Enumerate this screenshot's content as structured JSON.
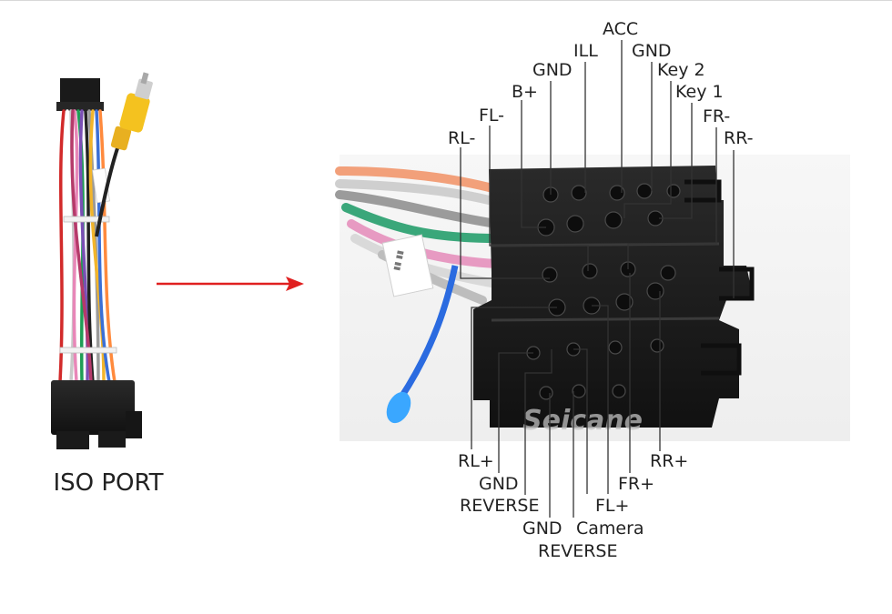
{
  "caption": "ISO PORT",
  "watermark": "Seicane",
  "colors": {
    "arrow": "#e02020",
    "connector": "#1c1c1c",
    "bulb": "#3aa7ff"
  },
  "top_labels": {
    "acc": "ACC",
    "ill": "ILL",
    "gnd_left": "GND",
    "gnd_right": "GND",
    "key2": "Key 2",
    "key1": "Key 1",
    "b_plus": "B+",
    "fl_minus": "FL-",
    "rl_minus": "RL-",
    "fr_minus": "FR-",
    "rr_minus": "RR-"
  },
  "bottom_labels": {
    "rl_plus": "RL+",
    "gnd_reverse": "GND",
    "reverse": "REVERSE",
    "gnd_camera": "GND",
    "camera": "Camera",
    "camera_reverse": "REVERSE",
    "fl_plus": "FL+",
    "fr_plus": "FR+",
    "rr_plus": "RR+"
  }
}
